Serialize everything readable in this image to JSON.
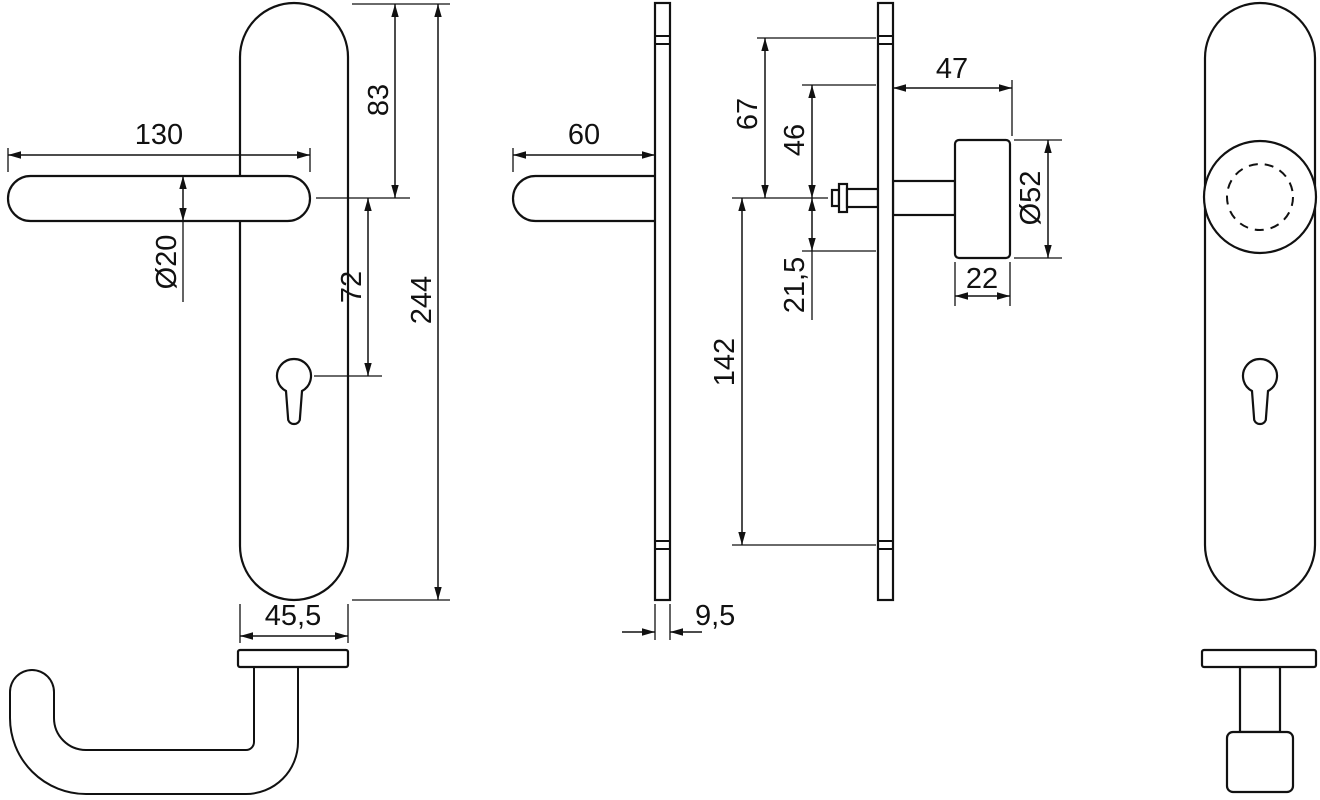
{
  "drawing": {
    "colors": {
      "line": "#111111",
      "background": "#ffffff"
    },
    "dims": {
      "handle_length": "130",
      "handle_diameter": "Ø20",
      "top_to_handle": "83",
      "handle_to_keyhole": "72",
      "plate_height": "244",
      "plate_width": "45,5",
      "handle_projection": "60",
      "plate_thickness": "9,5",
      "top_to_spindle": "67",
      "screw_to_spindle": "46",
      "spindle_to_screw": "21,5",
      "spindle_to_bottom": "142",
      "knob_projection": "47",
      "knob_diameter": "Ø52",
      "knob_depth": "22"
    }
  }
}
